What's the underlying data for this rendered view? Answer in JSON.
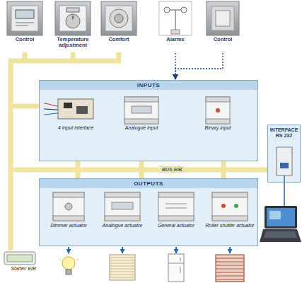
{
  "diagram": {
    "nodes": [
      {
        "text": [
          "Control"
        ]
      },
      {
        "text": [
          "Temperature adjustment"
        ]
      },
      {
        "text": [
          "Comfort"
        ]
      },
      {
        "text": [
          "Alarms"
        ]
      },
      {
        "text": [
          "Control"
        ]
      },
      {
        "text": [
          "INPUTS"
        ]
      },
      {
        "text": [
          "4 Input interface"
        ],
        "in": 5
      },
      {
        "text": [
          "Analogue input"
        ],
        "in": 5
      },
      {
        "text": [
          "Binary input"
        ],
        "in": 5
      },
      {
        "text": [
          "INTERFACE RS 232"
        ]
      },
      {
        "text": [
          "OUTPUTS"
        ]
      },
      {
        "text": [
          "Dimmer actuator"
        ],
        "in": 10
      },
      {
        "text": [
          "Analogue actuator"
        ],
        "in": 10
      },
      {
        "text": [
          "General actuator"
        ],
        "in": 10
      },
      {
        "text": [
          "Roller shutter actuator"
        ],
        "in": 10
      },
      {
        "text": [
          "Startec EIB"
        ]
      }
    ],
    "edges": [
      {
        "from": 3,
        "to": 5,
        "arrow": "to"
      },
      {
        "from": 4,
        "to": 5,
        "arrow": "to"
      }
    ],
    "labels": [
      "BUS EIB"
    ]
  }
}
